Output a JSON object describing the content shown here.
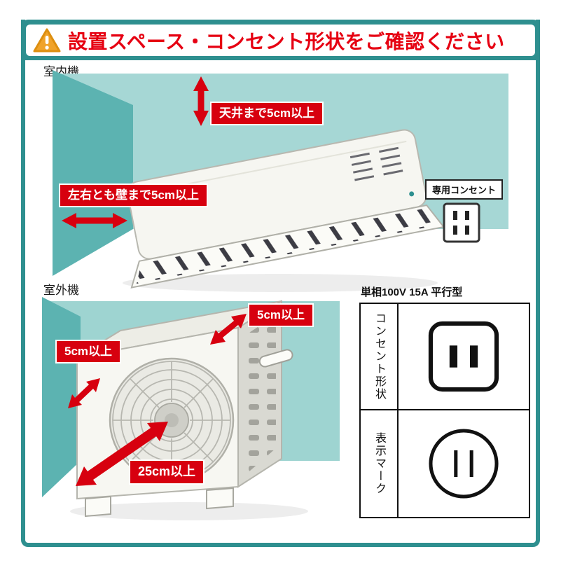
{
  "colors": {
    "teal": "#2e8f8f",
    "wall-light": "#a6d7d5",
    "wall-dark": "#5cb3b1",
    "wall-light-outdoor": "#9ed4d1",
    "red": "#d7000f",
    "title-red": "#e60012",
    "warn-orange": "#f0a32a",
    "ink": "#111111"
  },
  "banner": {
    "title": "設置スペース・コンセント形状をご確認ください"
  },
  "indoor": {
    "label": "室内機",
    "ceiling_note": "天井まで5cm以上",
    "side_note": "左右とも壁まで5cm以上",
    "outlet_note": "専用コンセント"
  },
  "outdoor": {
    "label": "室外機",
    "top_note": "5cm以上",
    "left_note": "5cm以上",
    "front_note": "25cm以上"
  },
  "spec": {
    "header": "単相100V 15A 平行型",
    "rows": [
      {
        "label": "コンセント形状",
        "icon": "parallel-outlet-icon"
      },
      {
        "label": "表示マーク",
        "icon": "plug-mark-icon"
      }
    ]
  }
}
